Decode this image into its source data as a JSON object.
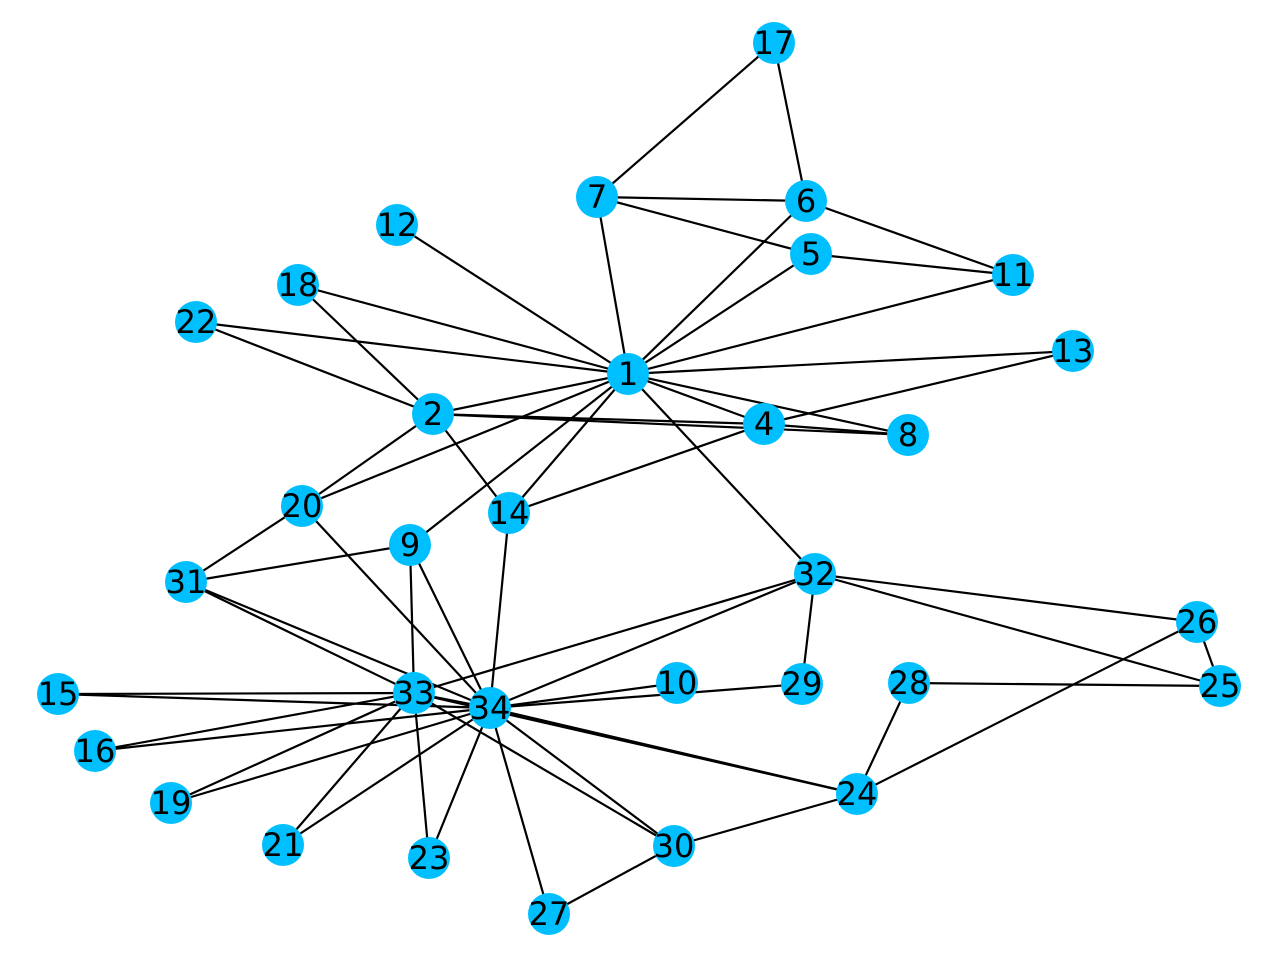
{
  "colors": {
    "node": "#00bfff",
    "edge": "#000000",
    "label": "#000000"
  },
  "nodes": [
    {
      "id": "1"
    },
    {
      "id": "2"
    },
    {
      "id": "4"
    },
    {
      "id": "5"
    },
    {
      "id": "6"
    },
    {
      "id": "7"
    },
    {
      "id": "8"
    },
    {
      "id": "9"
    },
    {
      "id": "10"
    },
    {
      "id": "11"
    },
    {
      "id": "12"
    },
    {
      "id": "13"
    },
    {
      "id": "14"
    },
    {
      "id": "15"
    },
    {
      "id": "16"
    },
    {
      "id": "17"
    },
    {
      "id": "18"
    },
    {
      "id": "19"
    },
    {
      "id": "20"
    },
    {
      "id": "21"
    },
    {
      "id": "22"
    },
    {
      "id": "23"
    },
    {
      "id": "24"
    },
    {
      "id": "25"
    },
    {
      "id": "26"
    },
    {
      "id": "27"
    },
    {
      "id": "28"
    },
    {
      "id": "29"
    },
    {
      "id": "30"
    },
    {
      "id": "31"
    },
    {
      "id": "32"
    },
    {
      "id": "33"
    },
    {
      "id": "34"
    }
  ],
  "edges": [
    [
      "1",
      "2"
    ],
    [
      "1",
      "4"
    ],
    [
      "1",
      "5"
    ],
    [
      "1",
      "6"
    ],
    [
      "1",
      "7"
    ],
    [
      "1",
      "8"
    ],
    [
      "1",
      "9"
    ],
    [
      "1",
      "11"
    ],
    [
      "1",
      "12"
    ],
    [
      "1",
      "13"
    ],
    [
      "1",
      "14"
    ],
    [
      "1",
      "18"
    ],
    [
      "1",
      "20"
    ],
    [
      "1",
      "22"
    ],
    [
      "1",
      "32"
    ],
    [
      "2",
      "4"
    ],
    [
      "2",
      "8"
    ],
    [
      "2",
      "14"
    ],
    [
      "2",
      "18"
    ],
    [
      "2",
      "20"
    ],
    [
      "2",
      "22"
    ],
    [
      "4",
      "8"
    ],
    [
      "4",
      "13"
    ],
    [
      "4",
      "14"
    ],
    [
      "5",
      "7"
    ],
    [
      "5",
      "11"
    ],
    [
      "6",
      "7"
    ],
    [
      "6",
      "11"
    ],
    [
      "6",
      "17"
    ],
    [
      "7",
      "17"
    ],
    [
      "9",
      "31"
    ],
    [
      "9",
      "33"
    ],
    [
      "9",
      "34"
    ],
    [
      "10",
      "34"
    ],
    [
      "14",
      "34"
    ],
    [
      "15",
      "33"
    ],
    [
      "15",
      "34"
    ],
    [
      "16",
      "33"
    ],
    [
      "16",
      "34"
    ],
    [
      "19",
      "33"
    ],
    [
      "19",
      "34"
    ],
    [
      "20",
      "31"
    ],
    [
      "20",
      "34"
    ],
    [
      "21",
      "33"
    ],
    [
      "21",
      "34"
    ],
    [
      "23",
      "33"
    ],
    [
      "23",
      "34"
    ],
    [
      "24",
      "26"
    ],
    [
      "24",
      "28"
    ],
    [
      "24",
      "30"
    ],
    [
      "24",
      "33"
    ],
    [
      "24",
      "34"
    ],
    [
      "25",
      "26"
    ],
    [
      "25",
      "28"
    ],
    [
      "25",
      "32"
    ],
    [
      "26",
      "32"
    ],
    [
      "27",
      "30"
    ],
    [
      "27",
      "34"
    ],
    [
      "29",
      "32"
    ],
    [
      "29",
      "34"
    ],
    [
      "30",
      "33"
    ],
    [
      "30",
      "34"
    ],
    [
      "31",
      "33"
    ],
    [
      "31",
      "34"
    ],
    [
      "32",
      "33"
    ],
    [
      "32",
      "34"
    ],
    [
      "33",
      "34"
    ]
  ]
}
